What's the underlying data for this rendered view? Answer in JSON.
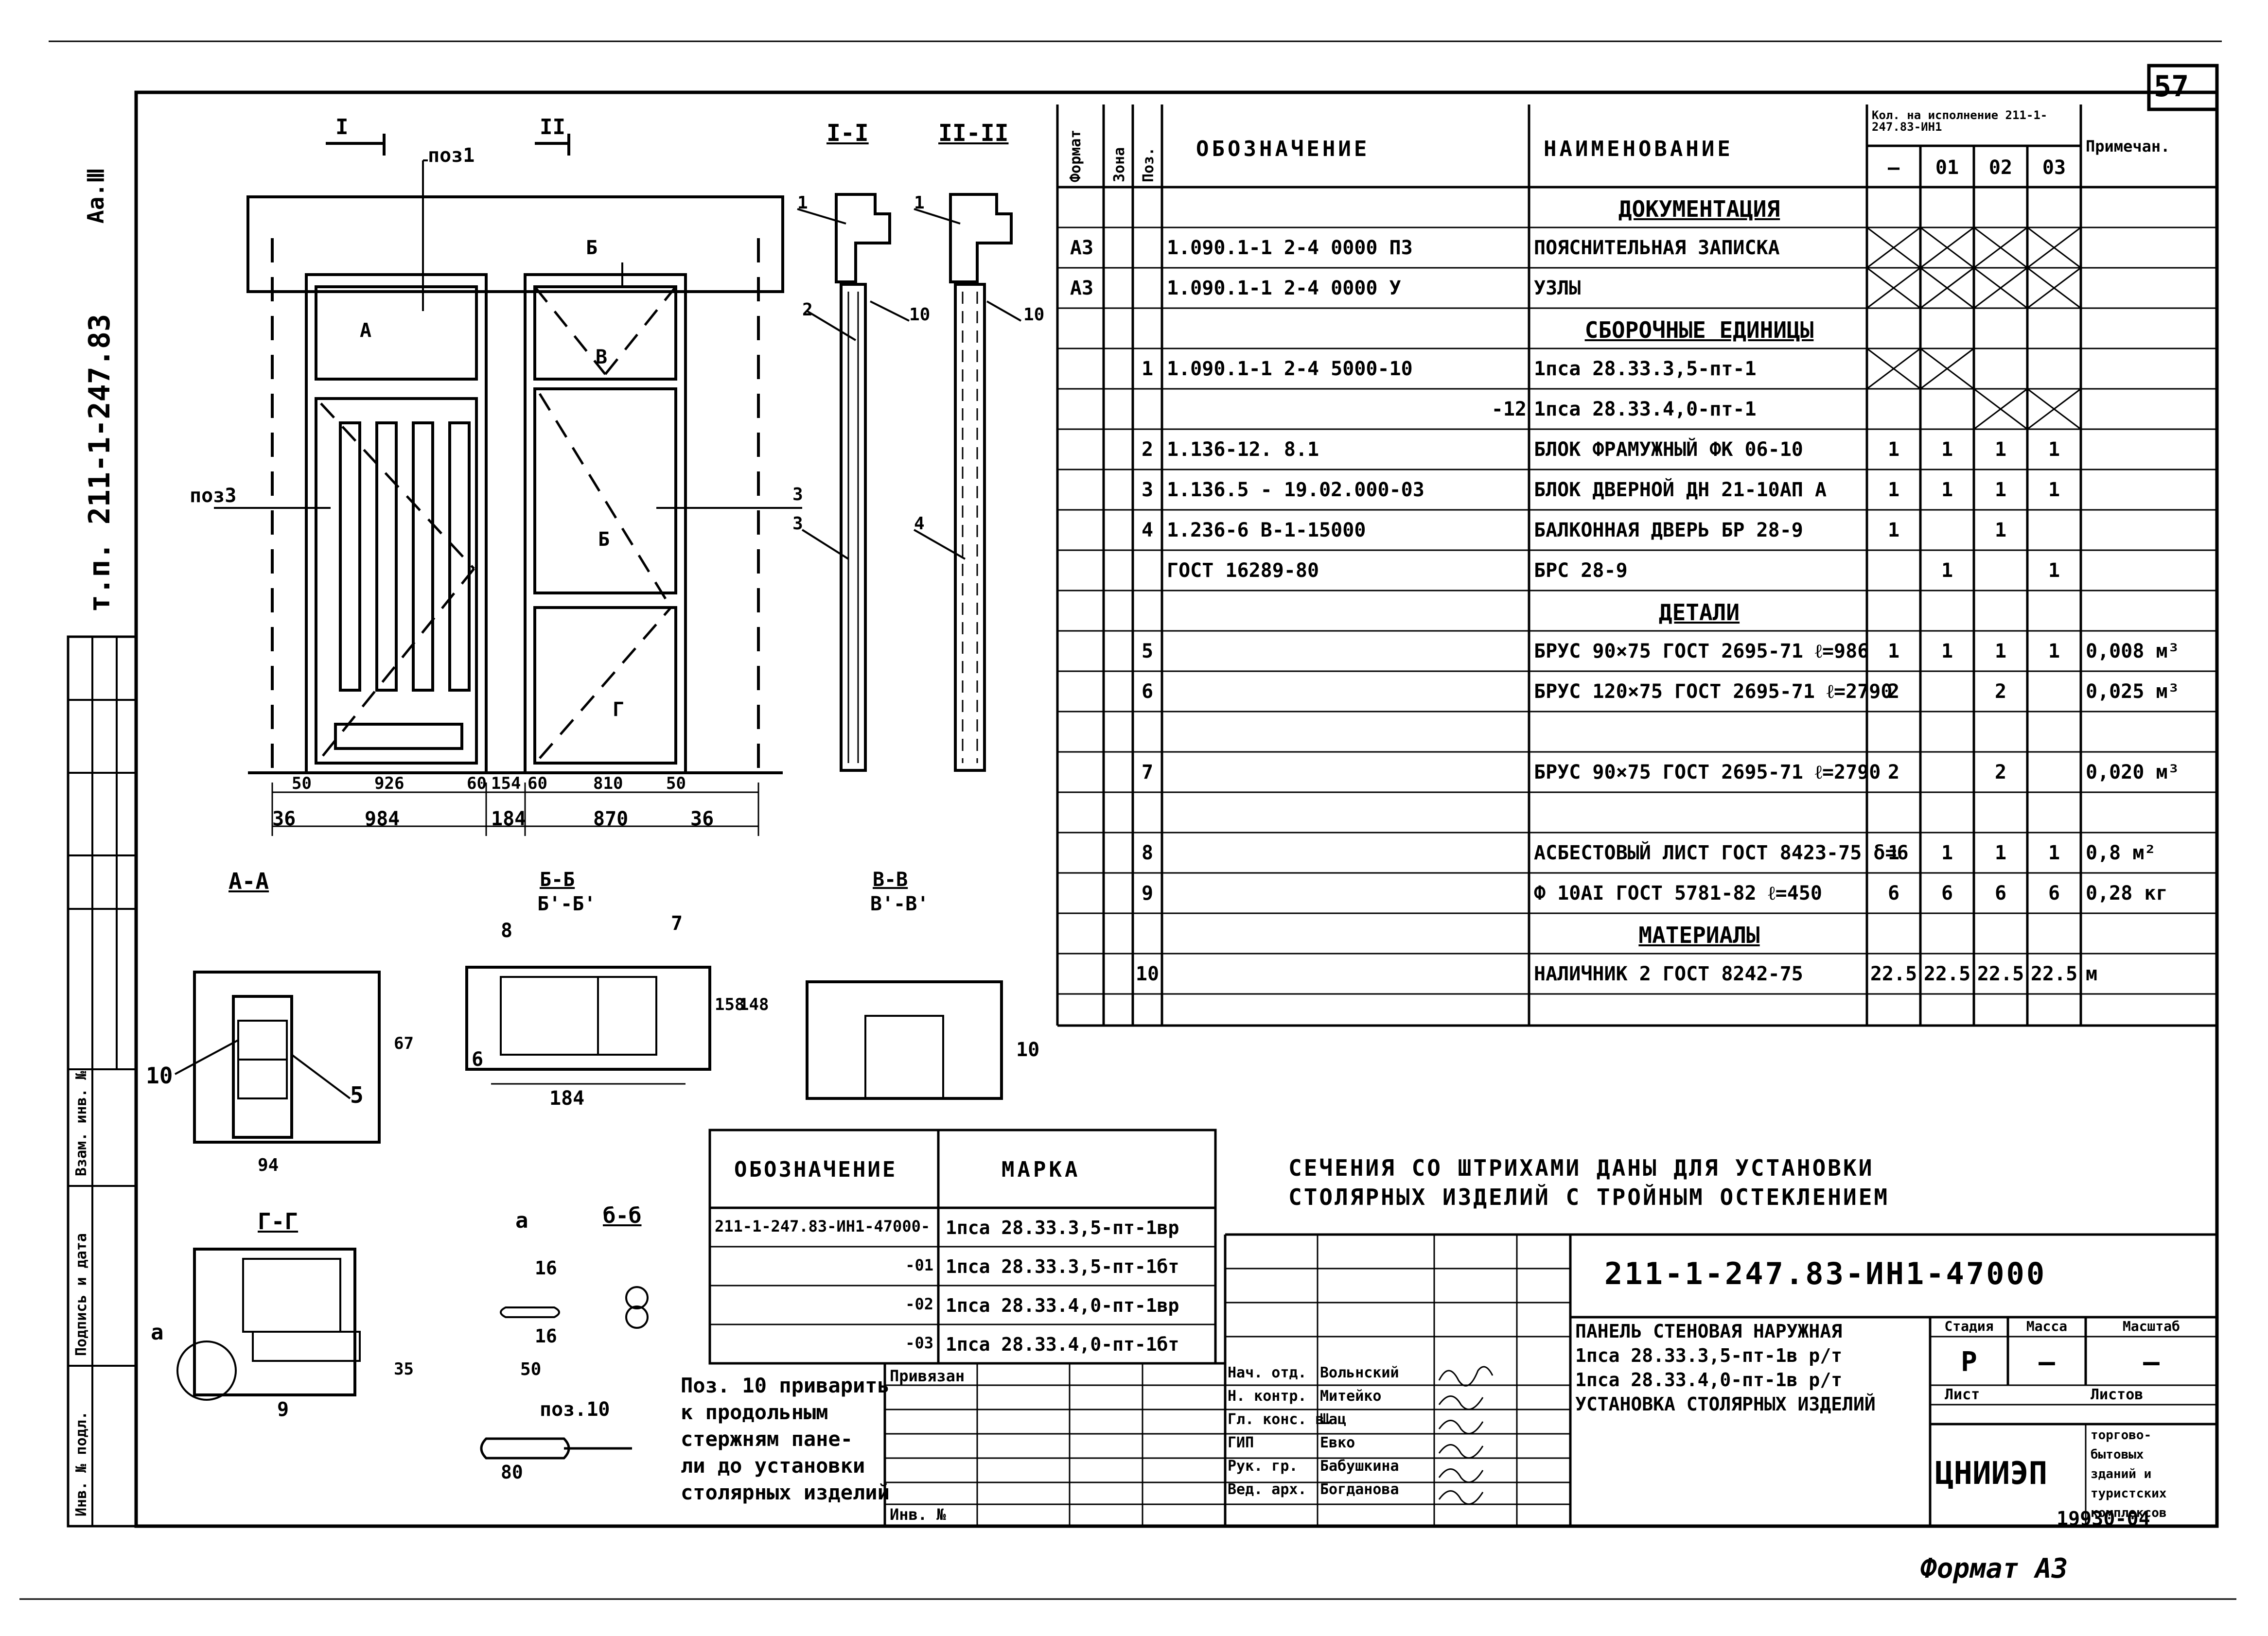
{
  "sheet": {
    "number": "57",
    "top_code": "Аа.Ⅲ",
    "project_code": "т.п. 211-1-247.83",
    "format": "Формат А3",
    "stamp_no": "19930-04"
  },
  "drawing": {
    "view_labels": {
      "cut1": "I",
      "cut2": "II",
      "sec11": "I-I",
      "sec22": "II-II",
      "pos1": "поз1",
      "pos3": "поз3",
      "pos_no3": "поз3",
      "lbl_A": "А",
      "lbl_B": "Б",
      "lbl_V": "В",
      "lbl_G": "Г",
      "lbl_1": "1",
      "lbl_2": "2",
      "lbl_3": "3",
      "lbl_4": "4",
      "lbl_10": "10",
      "lbl_3b": "3"
    },
    "dims_top": [
      "50",
      "926",
      "60",
      "154",
      "60",
      "810",
      "50"
    ],
    "dims_bottom": [
      "36",
      "984",
      "184",
      "870",
      "36"
    ],
    "section_titles": {
      "aa": "А-А",
      "bb": "Б-Б",
      "bb2": "Б'-Б'",
      "vv": "В-В",
      "vv2": "В'-В'",
      "gg": "Г-Г",
      "a": "а",
      "bbs": "б-б",
      "pos10": "поз.10"
    },
    "detail_labels": {
      "n10a": "10",
      "n5": "5",
      "d94": "94",
      "d67": "67",
      "n8": "8",
      "n7": "7",
      "n6": "6",
      "d184": "184",
      "d158": "158",
      "d148": "148",
      "n10b": "10",
      "na": "а",
      "n9": "9",
      "d35": "35",
      "d16a": "16",
      "d16b": "16",
      "d50": "50",
      "d80": "80"
    }
  },
  "spec_table": {
    "headers": {
      "format": "Формат",
      "zone": "Зона",
      "pos": "Поз.",
      "designation": "ОБОЗНАЧЕНИЕ",
      "name": "НАИМЕНОВАНИЕ",
      "qty": "Кол. на исполнение 211-1-247.83-ИН1",
      "qty_cols": [
        "—",
        "01",
        "02",
        "03"
      ],
      "note": "Примечан."
    },
    "rows": [
      {
        "fmt": "",
        "pos": "",
        "des": "",
        "name": "ДОКУМЕНТАЦИЯ",
        "q": [
          "",
          "",
          "",
          ""
        ],
        "note": "",
        "type": "section"
      },
      {
        "fmt": "А3",
        "pos": "",
        "des": "1.090.1-1 2-4 0000 ПЗ",
        "name": "ПОЯСНИТЕЛЬНАЯ ЗАПИСКА",
        "q": [
          "x",
          "x",
          "x",
          "x"
        ],
        "note": ""
      },
      {
        "fmt": "А3",
        "pos": "",
        "des": "1.090.1-1 2-4 0000 У",
        "name": "УЗЛЫ",
        "q": [
          "x",
          "x",
          "x",
          "x"
        ],
        "note": ""
      },
      {
        "fmt": "",
        "pos": "",
        "des": "",
        "name": "СБОРОЧНЫЕ ЕДИНИЦЫ",
        "q": [
          "",
          "",
          "",
          ""
        ],
        "note": "",
        "type": "section"
      },
      {
        "fmt": "",
        "pos": "1",
        "des": "1.090.1-1 2-4 5000-10",
        "name": "1пса 28.33.3,5-пт-1",
        "q": [
          "x",
          "x",
          "",
          ""
        ],
        "note": ""
      },
      {
        "fmt": "",
        "pos": "",
        "des": "-12",
        "name": "1пса 28.33.4,0-пт-1",
        "q": [
          "",
          "",
          "x",
          "x"
        ],
        "note": ""
      },
      {
        "fmt": "",
        "pos": "2",
        "des": "1.136-12. 8.1",
        "name": "БЛОК ФРАМУЖНЫЙ ФК 06-10",
        "q": [
          "1",
          "1",
          "1",
          "1"
        ],
        "note": ""
      },
      {
        "fmt": "",
        "pos": "3",
        "des": "1.136.5 - 19.02.000-03",
        "name": "БЛОК ДВЕРНОЙ ДН 21-10АП А",
        "q": [
          "1",
          "1",
          "1",
          "1"
        ],
        "note": ""
      },
      {
        "fmt": "",
        "pos": "4",
        "des": "1.236-6 В-1-15000",
        "name": "БАЛКОННАЯ ДВЕРЬ БР 28-9",
        "q": [
          "1",
          "",
          "1",
          ""
        ],
        "note": ""
      },
      {
        "fmt": "",
        "pos": "",
        "des": "ГОСТ 16289-80",
        "name": "БРС 28-9",
        "q": [
          "",
          "1",
          "",
          "1"
        ],
        "note": ""
      },
      {
        "fmt": "",
        "pos": "",
        "des": "",
        "name": "ДЕТАЛИ",
        "q": [
          "",
          "",
          "",
          ""
        ],
        "note": "",
        "type": "section"
      },
      {
        "fmt": "",
        "pos": "5",
        "des": "",
        "name": "БРУС 90×75 ГОСТ 2695-71 ℓ=986",
        "q": [
          "1",
          "1",
          "1",
          "1"
        ],
        "note": "0,008 м³"
      },
      {
        "fmt": "",
        "pos": "6",
        "des": "",
        "name": "БРУС 120×75 ГОСТ 2695-71 ℓ=2790",
        "q": [
          "2",
          "",
          "2",
          ""
        ],
        "note": "0,025 м³"
      },
      {
        "fmt": "",
        "pos": "",
        "des": "",
        "name": "",
        "q": [
          "",
          "",
          "",
          ""
        ],
        "note": ""
      },
      {
        "fmt": "",
        "pos": "7",
        "des": "",
        "name": "БРУС 90×75 ГОСТ 2695-71 ℓ=2790",
        "q": [
          "2",
          "",
          "2",
          ""
        ],
        "note": "0,020 м³"
      },
      {
        "fmt": "",
        "pos": "",
        "des": "",
        "name": "",
        "q": [
          "",
          "",
          "",
          ""
        ],
        "note": ""
      },
      {
        "fmt": "",
        "pos": "8",
        "des": "",
        "name": "АСБЕСТОВЫЙ ЛИСТ ГОСТ 8423-75 δ=6",
        "q": [
          "1",
          "1",
          "1",
          "1"
        ],
        "note": "0,8 м²"
      },
      {
        "fmt": "",
        "pos": "9",
        "des": "",
        "name": "Ф 10АI ГОСТ 5781-82 ℓ=450",
        "q": [
          "6",
          "6",
          "6",
          "6"
        ],
        "note": "0,28 кг"
      },
      {
        "fmt": "",
        "pos": "",
        "des": "",
        "name": "МАТЕРИАЛЫ",
        "q": [
          "",
          "",
          "",
          ""
        ],
        "note": "",
        "type": "section"
      },
      {
        "fmt": "",
        "pos": "10",
        "des": "",
        "name": "НАЛИЧНИК 2 ГОСТ 8242-75",
        "q": [
          "22.5",
          "22.5",
          "22.5",
          "22.5"
        ],
        "note": "м"
      }
    ]
  },
  "marks_table": {
    "headers": [
      "ОБОЗНАЧЕНИЕ",
      "МАРКА"
    ],
    "rows": [
      [
        "211-1-247.83-ИН1-47000-",
        "1пса 28.33.3,5-пт-1вр"
      ],
      [
        "-01",
        "1пса 28.33.3,5-пт-1бт"
      ],
      [
        "-02",
        "1пса 28.33.4,0-пт-1вр"
      ],
      [
        "-03",
        "1пса 28.33.4,0-пт-1бт"
      ]
    ]
  },
  "notes": {
    "sections_note_1": "СЕЧЕНИЯ СО ШТРИХАМИ ДАНЫ ДЛЯ УСТАНОВКИ",
    "sections_note_2": "СТОЛЯРНЫХ ИЗДЕЛИЙ С ТРОЙНЫМ ОСТЕКЛЕНИЕМ",
    "weld_note": [
      "Поз. 10 приварить",
      "к продольным",
      "стержням пане-",
      "ли до установки",
      "столярных изделий"
    ]
  },
  "title_block": {
    "code": "211-1-247.83-ИН1-47000",
    "title": [
      "ПАНЕЛЬ СТЕНОВАЯ НАРУЖНАЯ",
      "1пса 28.33.3,5-пт-1в р/т",
      "1пса 28.33.4,0-пт-1в р/т",
      "УСТАНОВКА СТОЛЯРНЫХ ИЗДЕЛИЙ"
    ],
    "stage_hdr": "Стадия",
    "mass_hdr": "Масса",
    "scale_hdr": "Масштаб",
    "stage": "Р",
    "mass": "—",
    "scale": "—",
    "sheet_hdr": "Лист",
    "sheets_hdr": "Листов",
    "org": "ЦНИИЭП",
    "org_sub": [
      "торгово-",
      "бытовых",
      "зданий и",
      "туристских",
      "комплексов"
    ],
    "privyazan": "Привязан",
    "inv": "Инв. №",
    "roles": [
      {
        "role": "Нач. отд.",
        "name": "Вольнский"
      },
      {
        "role": "Н. контр.",
        "name": "Митейко"
      },
      {
        "role": "Гл. конс. в.",
        "name": "Шац"
      },
      {
        "role": "ГИП",
        "name": "Евко"
      },
      {
        "role": "Рук. гр.",
        "name": "Бабушкина"
      },
      {
        "role": "Вед. арх.",
        "name": "Богданова"
      }
    ]
  },
  "side_strip": {
    "labels": [
      "Инв. № подл.",
      "Подпись и дата",
      "Взам. инв. №"
    ]
  }
}
